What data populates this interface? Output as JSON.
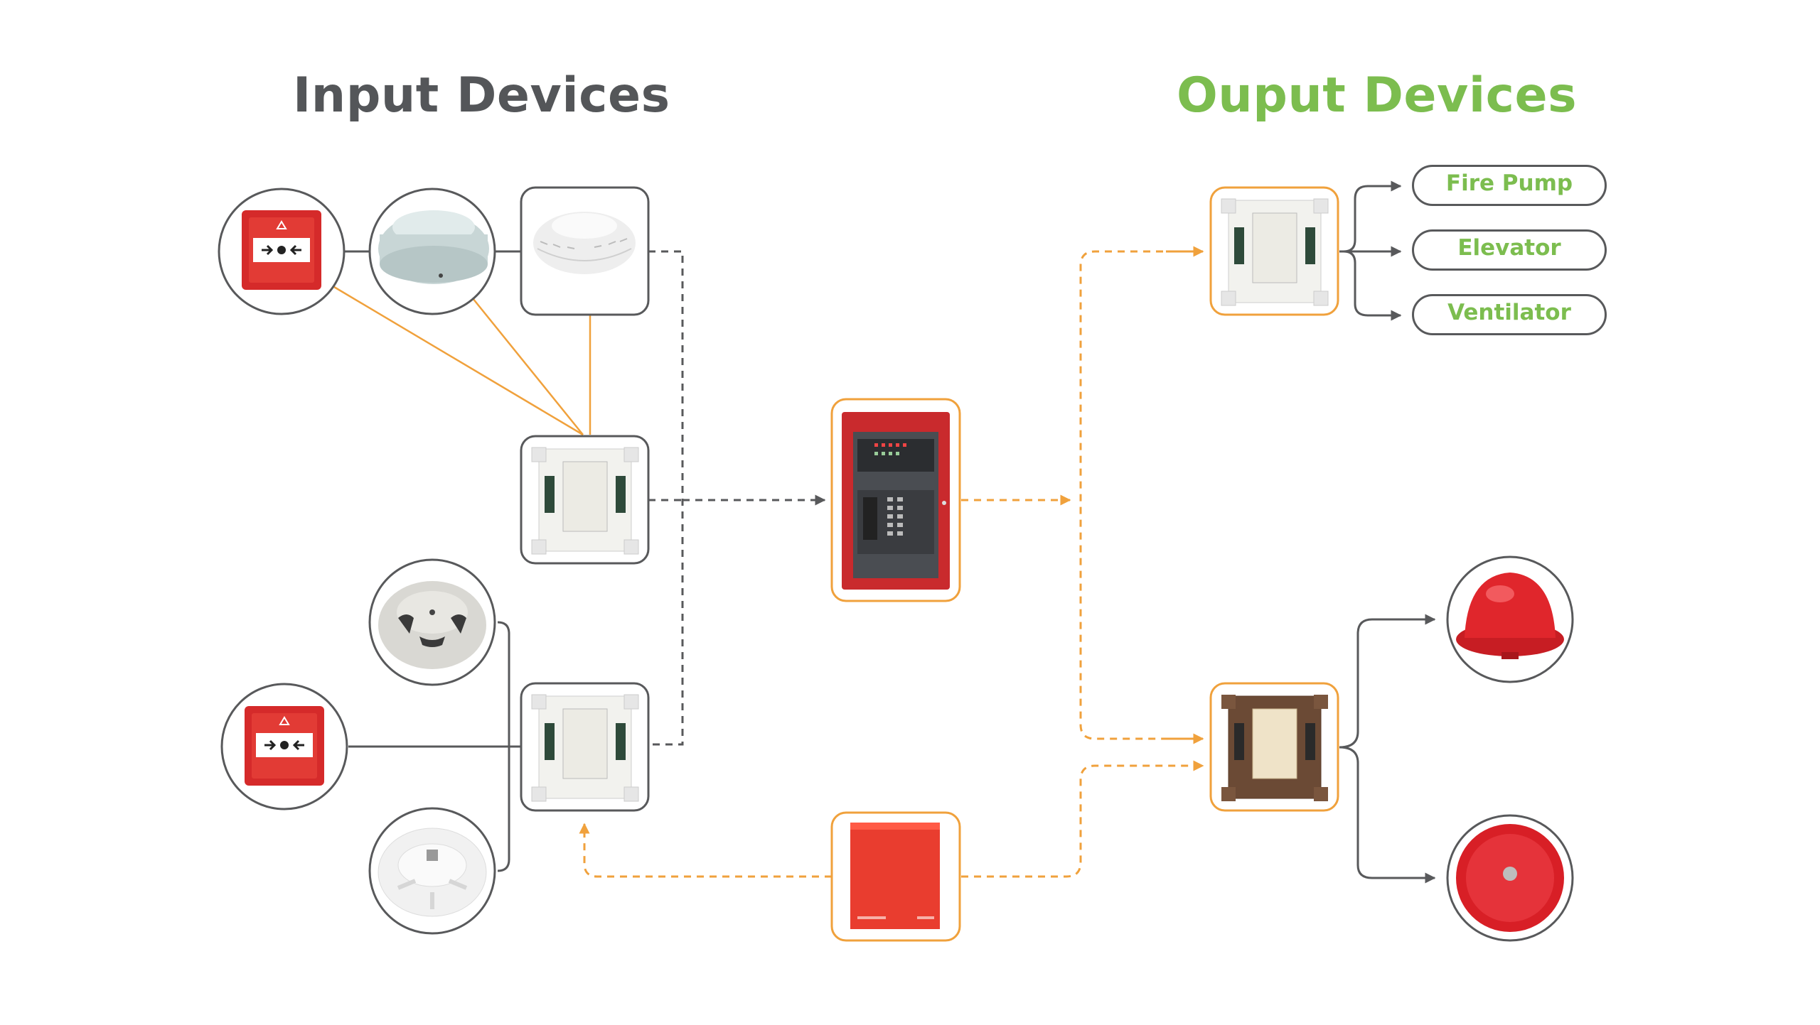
{
  "headings": {
    "input": "Input Devices",
    "output": "Ouput Devices"
  },
  "outputs": {
    "targets": [
      "Fire Pump",
      "Elevator",
      "Ventilator"
    ]
  },
  "colors": {
    "input_heading": "#545659",
    "output_heading": "#7cbd4f",
    "orange_line": "#f0a13c",
    "gray_line": "#58595b",
    "device_red": "#d7262b"
  },
  "devices": {
    "input_top": [
      "manual-call-point",
      "heat-detector",
      "smoke-detector"
    ],
    "input_bottom": [
      "photo-smoke-detector",
      "manual-call-point",
      "heat-detector"
    ],
    "modules": [
      "monitor-module",
      "monitor-module",
      "control-module",
      "relay-module"
    ],
    "center": [
      "fire-alarm-control-panel",
      "power-supply"
    ],
    "notification": [
      "strobe-light",
      "alarm-bell"
    ]
  }
}
